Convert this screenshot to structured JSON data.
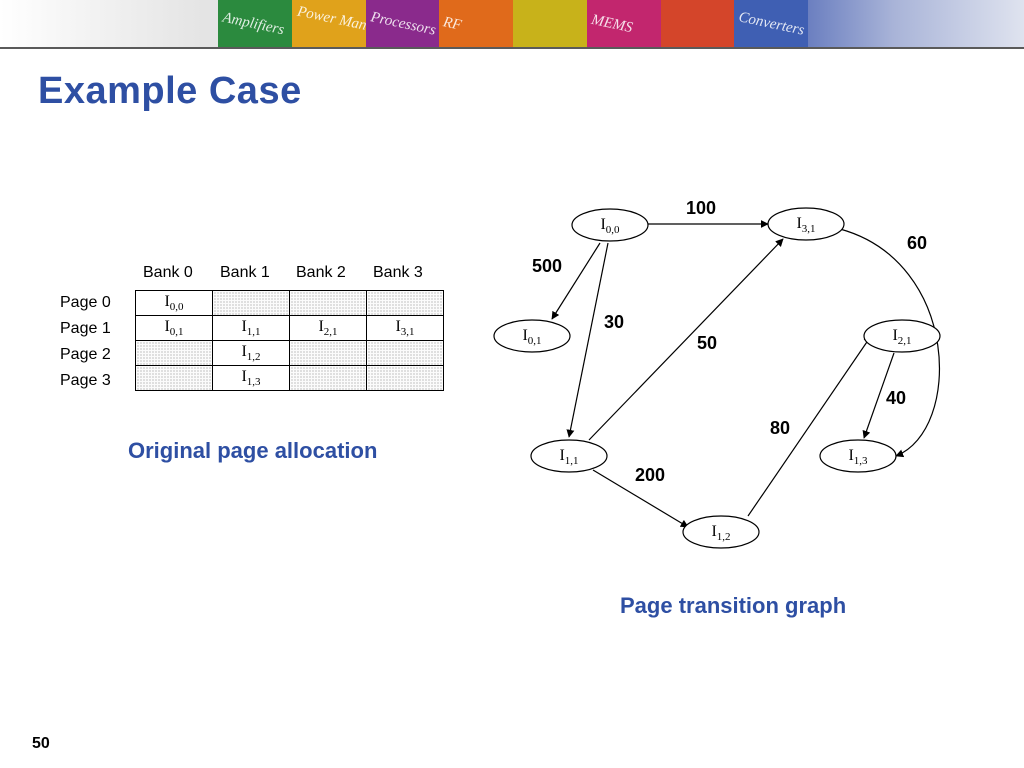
{
  "slide": {
    "title": "Example Case",
    "page_number": "50"
  },
  "banner": {
    "tiles": [
      {
        "label": "Amplifiers",
        "color": "#2b8a3e"
      },
      {
        "label": "Power Management",
        "color": "#e0a21b"
      },
      {
        "label": "Processors",
        "color": "#8a2a8c"
      },
      {
        "label": "RF",
        "color": "#e06a1b"
      },
      {
        "label": "",
        "color": "#c8b21a"
      },
      {
        "label": "MEMS",
        "color": "#c2266e"
      },
      {
        "label": "",
        "color": "#d4452a"
      },
      {
        "label": "Converters",
        "color": "#3f5fb3"
      }
    ]
  },
  "allocation": {
    "caption": "Original page allocation",
    "banks": [
      "Bank 0",
      "Bank 1",
      "Bank 2",
      "Bank 3"
    ],
    "pages": [
      "Page 0",
      "Page 1",
      "Page 2",
      "Page 3"
    ],
    "cells": [
      [
        {
          "base": "I",
          "sub": "0,0"
        },
        null,
        null,
        null
      ],
      [
        {
          "base": "I",
          "sub": "0,1"
        },
        {
          "base": "I",
          "sub": "1,1"
        },
        {
          "base": "I",
          "sub": "2,1"
        },
        {
          "base": "I",
          "sub": "3,1"
        }
      ],
      [
        null,
        {
          "base": "I",
          "sub": "1,2"
        },
        null,
        null
      ],
      [
        null,
        {
          "base": "I",
          "sub": "1,3"
        },
        null,
        null
      ]
    ]
  },
  "graph": {
    "caption": "Page transition graph",
    "nodes": [
      {
        "id": "n00",
        "base": "I",
        "sub": "0,0"
      },
      {
        "id": "n31",
        "base": "I",
        "sub": "3,1"
      },
      {
        "id": "n01",
        "base": "I",
        "sub": "0,1"
      },
      {
        "id": "n21",
        "base": "I",
        "sub": "2,1"
      },
      {
        "id": "n11",
        "base": "I",
        "sub": "1,1"
      },
      {
        "id": "n13",
        "base": "I",
        "sub": "1,3"
      },
      {
        "id": "n12",
        "base": "I",
        "sub": "1,2"
      }
    ],
    "edges": [
      {
        "from": "n00",
        "to": "n31",
        "weight": "100"
      },
      {
        "from": "n00",
        "to": "n01",
        "weight": "500"
      },
      {
        "from": "n00",
        "to": "n11",
        "weight": "30"
      },
      {
        "from": "n11",
        "to": "n31",
        "weight": "50"
      },
      {
        "from": "n31",
        "to": "n13",
        "weight": "60"
      },
      {
        "from": "n21",
        "to": "n13",
        "weight": "40"
      },
      {
        "from": "n12",
        "to": "n21",
        "weight": "80"
      },
      {
        "from": "n11",
        "to": "n12",
        "weight": "200"
      }
    ]
  }
}
